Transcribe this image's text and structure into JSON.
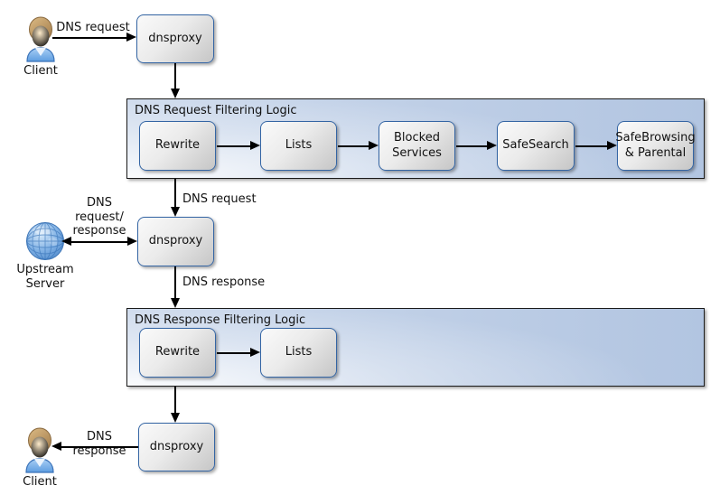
{
  "nodes": {
    "client_top": {
      "label": "Client"
    },
    "client_bottom": {
      "label": "Client"
    },
    "upstream": {
      "label": "Upstream\nServer"
    },
    "dnsproxy_top": {
      "label": "dnsproxy"
    },
    "dnsproxy_mid": {
      "label": "dnsproxy"
    },
    "dnsproxy_bottom": {
      "label": "dnsproxy"
    }
  },
  "containers": {
    "request": {
      "title": "DNS Request Filtering Logic",
      "boxes": [
        {
          "label": "Rewrite"
        },
        {
          "label": "Lists"
        },
        {
          "label": "Blocked\nServices"
        },
        {
          "label": "SafeSearch"
        },
        {
          "label": "SafeBrowsing\n& Parental"
        }
      ]
    },
    "response": {
      "title": "DNS Response Filtering Logic",
      "boxes": [
        {
          "label": "Rewrite"
        },
        {
          "label": "Lists"
        }
      ]
    }
  },
  "edges": {
    "client_to_proxy": {
      "label": "DNS request"
    },
    "request_filter_to_proxy": {
      "label": "DNS request"
    },
    "upstream_link": {
      "label": "DNS\nrequest/\nresponse"
    },
    "proxy_to_response_filter": {
      "label": "DNS response"
    },
    "proxy_to_client": {
      "label": "DNS response"
    }
  },
  "colors": {
    "node_border": "#3465a4",
    "node_fill_top": "#fafafa",
    "node_fill_bottom": "#c6c6c6",
    "container_border": "#1a1a1a",
    "container_fill_left": "#ccd9ec",
    "container_fill_right": "#b2c5e1",
    "arrow": "#000000",
    "text": "#111111"
  }
}
